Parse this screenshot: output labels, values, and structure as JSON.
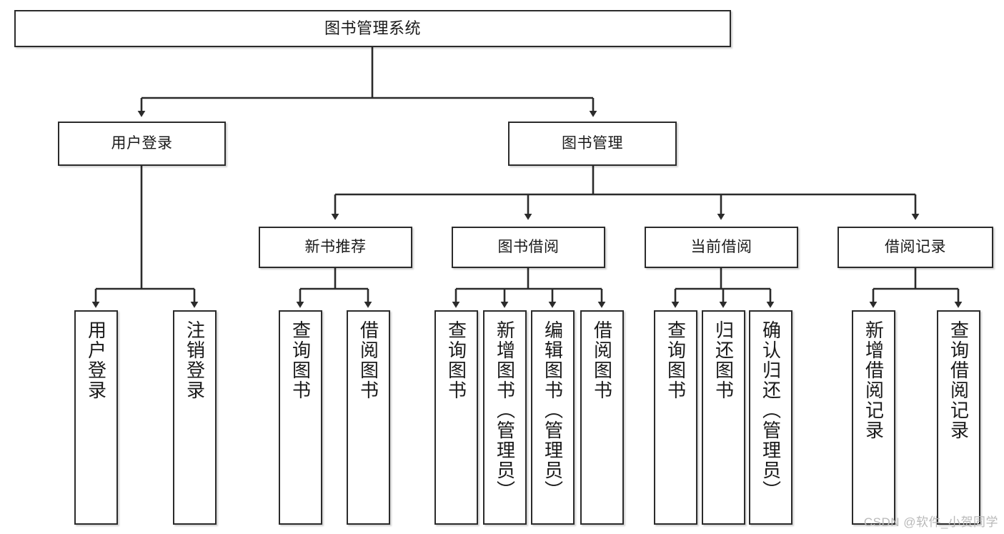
{
  "diagram": {
    "type": "tree",
    "title": "图书管理系统",
    "watermark": "CSDN @软件_小贺同学",
    "colors": {
      "box_border": "#2b2b2b",
      "box_fill": "#ffffff",
      "edge": "#2b2b2b",
      "text": "#1a1a1a",
      "watermark": "#b9b9b9"
    },
    "levels": {
      "level1": [
        {
          "id": "root",
          "label": "图书管理系统"
        }
      ],
      "level2": [
        {
          "id": "user-login",
          "label": "用户登录"
        },
        {
          "id": "book-management",
          "label": "图书管理"
        }
      ],
      "level3": [
        {
          "id": "new-book-recommend",
          "label": "新书推荐",
          "parent": "book-management"
        },
        {
          "id": "book-borrow",
          "label": "图书借阅",
          "parent": "book-management"
        },
        {
          "id": "current-borrow",
          "label": "当前借阅",
          "parent": "book-management"
        },
        {
          "id": "borrow-record",
          "label": "借阅记录",
          "parent": "book-management"
        }
      ],
      "leaves": [
        {
          "id": "leaf-user-login",
          "label": "用户登录",
          "parent": "user-login"
        },
        {
          "id": "leaf-user-logout",
          "label": "注销登录",
          "parent": "user-login"
        },
        {
          "id": "leaf-query-book-1",
          "label": "查询图书",
          "parent": "new-book-recommend"
        },
        {
          "id": "leaf-borrow-book-1",
          "label": "借阅图书",
          "parent": "new-book-recommend"
        },
        {
          "id": "leaf-query-book-2",
          "label": "查询图书",
          "parent": "book-borrow"
        },
        {
          "id": "leaf-add-book",
          "label": "新增图书（管理员）",
          "parent": "book-borrow"
        },
        {
          "id": "leaf-edit-book",
          "label": "编辑图书（管理员）",
          "parent": "book-borrow"
        },
        {
          "id": "leaf-borrow-book-2",
          "label": "借阅图书",
          "parent": "book-borrow"
        },
        {
          "id": "leaf-query-book-3",
          "label": "查询图书",
          "parent": "current-borrow"
        },
        {
          "id": "leaf-return-book",
          "label": "归还图书",
          "parent": "current-borrow"
        },
        {
          "id": "leaf-confirm-return",
          "label": "确认归还（管理员）",
          "parent": "current-borrow"
        },
        {
          "id": "leaf-add-record",
          "label": "新增借阅记录",
          "parent": "borrow-record"
        },
        {
          "id": "leaf-query-record",
          "label": "查询借阅记录",
          "parent": "borrow-record"
        }
      ]
    }
  }
}
